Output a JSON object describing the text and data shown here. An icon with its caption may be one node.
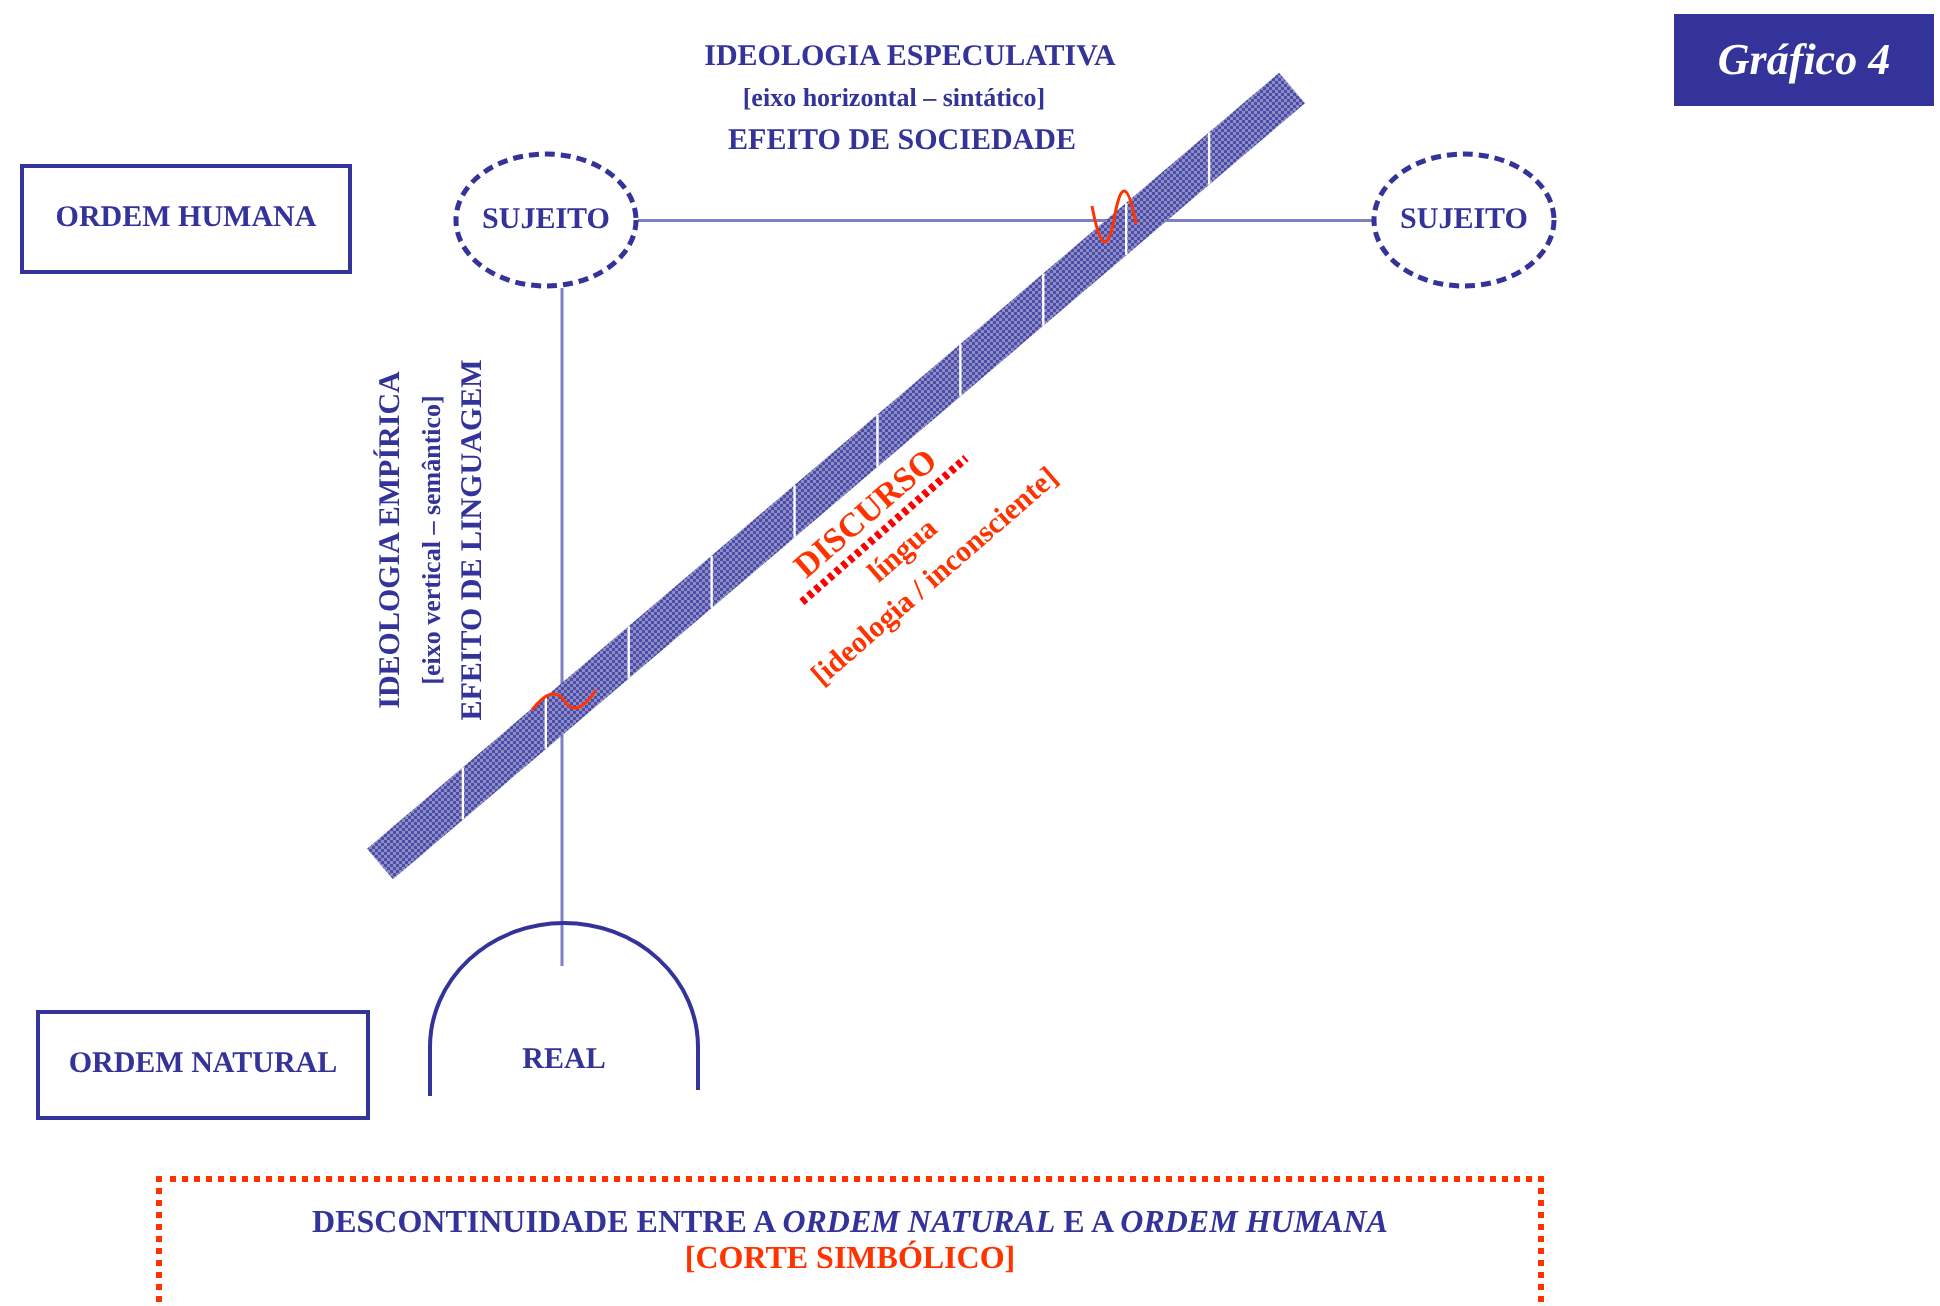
{
  "diagram": {
    "title": "Gráfico 4",
    "nodes": [
      {
        "text": [
          "ORDEM HUMANA"
        ]
      },
      {
        "text": [
          "SUJEITO"
        ]
      },
      {
        "text": [
          "SUJEITO"
        ]
      },
      {
        "text": [
          "ORDEM NATURAL"
        ]
      },
      {
        "text": [
          "REAL"
        ]
      },
      {
        "text": [
          "DESCONTINUIDADE ENTRE A *ORDEM NATURAL* E A *ORDEM HUMANA*",
          "[CORTE SIMBÓLICO]"
        ]
      }
    ],
    "edges": [
      {
        "from": 1,
        "to": 2,
        "arrow": "none"
      },
      {
        "from": 1,
        "to": 4,
        "arrow": "none"
      }
    ],
    "labels": [
      "IDEOLOGIA ESPECULATIVA",
      "[eixo horizontal – sintático]",
      "EFEITO DE SOCIEDADE",
      "IDEOLOGIA EMPÍRICA",
      "[eixo vertical – semântico]",
      "EFEITO DE LINGUAGEM",
      "DISCURSO",
      "língua",
      "[ideologia / inconsciente]"
    ]
  }
}
